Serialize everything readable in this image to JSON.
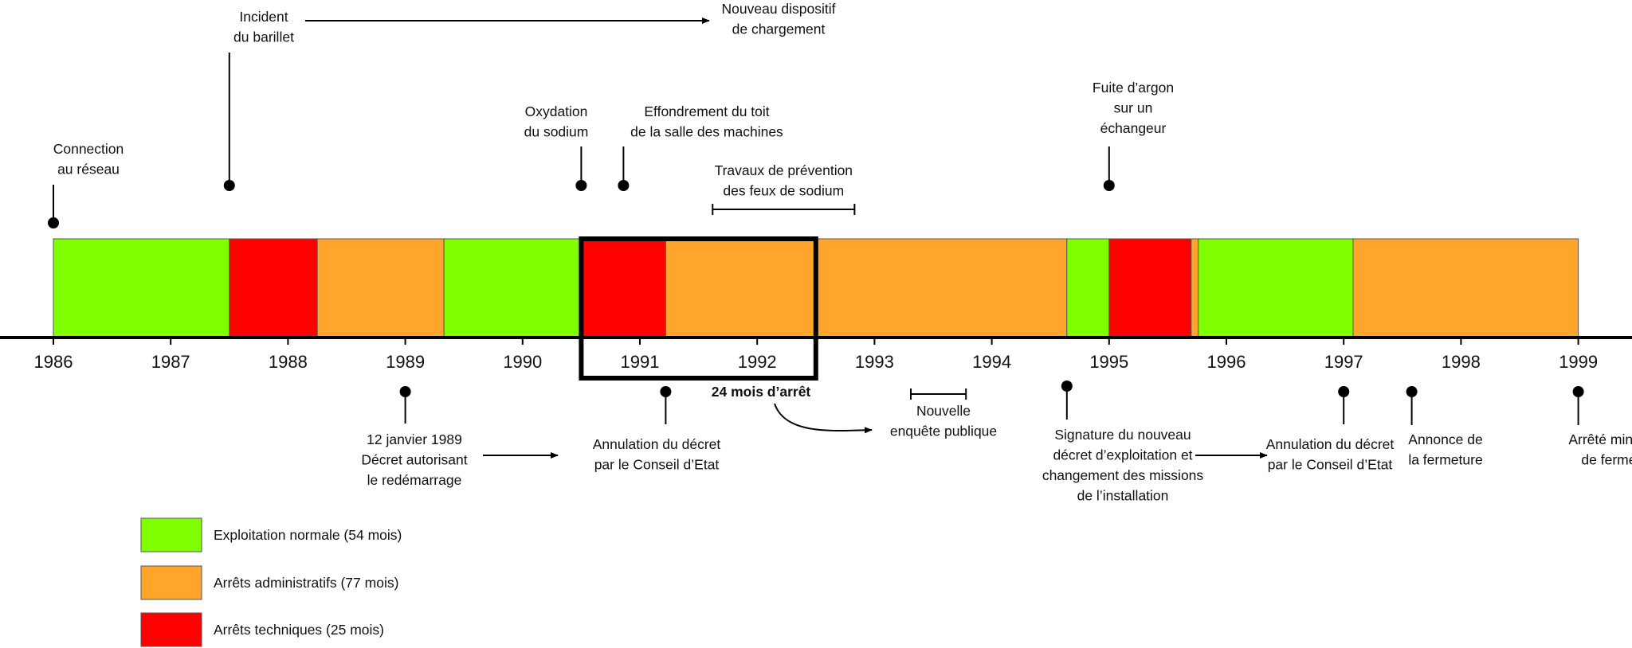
{
  "colors": {
    "normal": "#80ff00",
    "admin": "#ffa52b",
    "technical": "#ff0000",
    "axis": "#000000"
  },
  "years": [
    "1986",
    "1987",
    "1988",
    "1989",
    "1990",
    "1991",
    "1992",
    "1993",
    "1994",
    "1995",
    "1996",
    "1997",
    "1998",
    "1999"
  ],
  "segments": [
    {
      "type": "normal",
      "start": 1986.0,
      "end": 1987.5
    },
    {
      "type": "technical",
      "start": 1987.5,
      "end": 1988.25
    },
    {
      "type": "admin",
      "start": 1988.25,
      "end": 1989.33
    },
    {
      "type": "normal",
      "start": 1989.33,
      "end": 1990.5
    },
    {
      "type": "technical",
      "start": 1990.5,
      "end": 1991.22
    },
    {
      "type": "admin",
      "start": 1991.22,
      "end": 1994.64
    },
    {
      "type": "normal",
      "start": 1994.64,
      "end": 1995.0
    },
    {
      "type": "technical",
      "start": 1995.0,
      "end": 1995.7
    },
    {
      "type": "admin",
      "start": 1995.7,
      "end": 1995.76
    },
    {
      "type": "normal",
      "start": 1995.76,
      "end": 1997.08
    },
    {
      "type": "admin",
      "start": 1997.08,
      "end": 1999.0
    }
  ],
  "events_above": [
    {
      "name": "event-connection",
      "date": 1986.0,
      "level": 3,
      "lines": [
        "Connection",
        "au réseau"
      ]
    },
    {
      "name": "event-incident-barillet",
      "date": 1987.5,
      "level": 1,
      "lines": [
        "Incident",
        "du barillet"
      ]
    },
    {
      "name": "event-oxydation",
      "date": 1990.5,
      "level": 2,
      "lines": [
        "Oxydation",
        "du sodium"
      ]
    },
    {
      "name": "event-effondrement",
      "date": 1990.86,
      "level": 2,
      "lines": [
        "Effondrement du toit",
        "de la salle des machines"
      ]
    },
    {
      "name": "event-fuite-argon",
      "date": 1995.0,
      "level": 2,
      "lines": [
        "Fuite d’argon",
        "sur un",
        "échangeur"
      ]
    }
  ],
  "nouveau_dispositif": [
    "Nouveau dispositif",
    "de chargement"
  ],
  "travaux": {
    "lines": [
      "Travaux de prévention",
      "des feux de sodium"
    ],
    "start": 1991.62,
    "end": 1992.83
  },
  "events_below": [
    {
      "name": "event-decret-1989",
      "date": 1989.0,
      "lines": [
        "12 janvier 1989",
        "Décret autorisant",
        "le redémarrage"
      ]
    },
    {
      "name": "event-annulation-1991",
      "date": 1991.22,
      "lines": [
        "Annulation du décret",
        "par le Conseil d’Etat"
      ]
    },
    {
      "name": "event-signature-decret",
      "date": 1994.64,
      "lines": [
        "Signature du nouveau",
        "décret d’exploitation et",
        "changement des missions",
        "de l’installation"
      ]
    },
    {
      "name": "event-annulation-1997",
      "date": 1997.0,
      "lines": [
        "Annulation du décret",
        "par le Conseil d’Etat"
      ]
    },
    {
      "name": "event-annonce-fermeture",
      "date": 1997.58,
      "lines": [
        "Annonce de",
        "la fermeture"
      ]
    },
    {
      "name": "event-arrete-fermeture",
      "date": 1999.0,
      "lines": [
        "Arrêté ministériel",
        "de fermeture"
      ]
    }
  ],
  "enquete": {
    "lines": [
      "Nouvelle",
      "enquête publique"
    ],
    "start": 1993.31,
    "end": 1993.78
  },
  "highlight": {
    "start": 1990.5,
    "end": 1992.5,
    "label": "24 mois d’arrêt"
  },
  "legend": [
    {
      "type": "normal",
      "label": "Exploitation normale (54 mois)"
    },
    {
      "type": "admin",
      "label": "Arrêts administratifs (77 mois)"
    },
    {
      "type": "technical",
      "label": "Arrêts techniques (25 mois)"
    }
  ]
}
